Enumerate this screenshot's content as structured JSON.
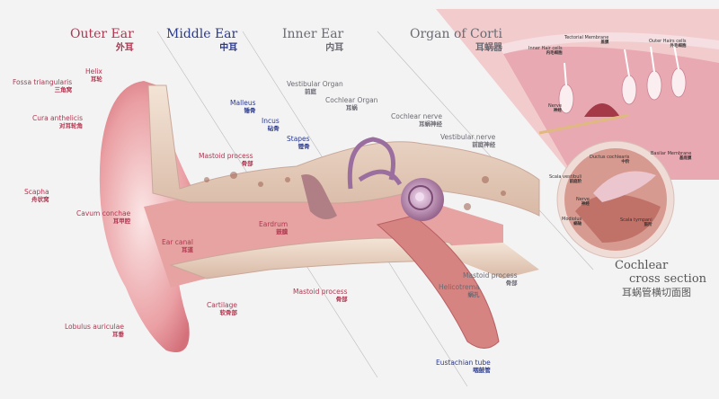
{
  "titles": {
    "outer": {
      "en": "Outer Ear",
      "zh": "外耳"
    },
    "middle": {
      "en": "Middle Ear",
      "zh": "中耳"
    },
    "inner": {
      "en": "Inner Ear",
      "zh": "内耳"
    },
    "corti": {
      "en": "Organ of Corti",
      "zh": "耳蜗器"
    }
  },
  "labels": {
    "helix": {
      "en": "Helix",
      "zh": "耳轮"
    },
    "fossa": {
      "en": "Fossa triangularis",
      "zh": "三角窝"
    },
    "cura": {
      "en": "Cura anthelicis",
      "zh": "对耳轮角"
    },
    "scapha": {
      "en": "Scapha",
      "zh": "舟状窝"
    },
    "cavum": {
      "en": "Cavum conchae",
      "zh": "耳甲腔"
    },
    "canal": {
      "en": "Ear canal",
      "zh": "耳道"
    },
    "cartilage": {
      "en": "Cartilage",
      "zh": "软骨部"
    },
    "lobulus": {
      "en": "Lobulus auriculae",
      "zh": "耳垂"
    },
    "mastoid1": {
      "en": "Mastoid process",
      "zh": "骨部"
    },
    "mastoid2": {
      "en": "Mastoid process",
      "zh": "骨部"
    },
    "mastoid3": {
      "en": "Mastoid process",
      "zh": "骨部"
    },
    "eardrum": {
      "en": "Eardrum",
      "zh": "鼓膜"
    },
    "malleus": {
      "en": "Malleus",
      "zh": "锤骨"
    },
    "incus": {
      "en": "Incus",
      "zh": "砧骨"
    },
    "stapes": {
      "en": "Stapes",
      "zh": "镫骨"
    },
    "eustachian": {
      "en": "Eustachian tube",
      "zh": "咽鼓管"
    },
    "vestibular_organ": {
      "en": "Vestibular Organ",
      "zh": "前庭"
    },
    "cochlear_organ": {
      "en": "Cochlear Organ",
      "zh": "耳蜗"
    },
    "cochlear_nerve": {
      "en": "Cochlear nerve",
      "zh": "耳蜗神经"
    },
    "vestibular_nerve": {
      "en": "Vestibular nerve",
      "zh": "前庭神经"
    },
    "helicotrema": {
      "en": "Helicotrema",
      "zh": "蜗孔"
    }
  },
  "corti_inset": {
    "tectorial": {
      "en": "Tectorial Membrane",
      "zh": "盖膜"
    },
    "inner_hair": {
      "en": "Inner Hair cells",
      "zh": "内毛细胞"
    },
    "outer_hair": {
      "en": "Outer Hairs cells",
      "zh": "外毛细胞"
    },
    "nerve": {
      "en": "Nerve",
      "zh": "神经"
    },
    "basilar": {
      "en": "Basilar Membrane",
      "zh": "基底膜"
    }
  },
  "cross_section": {
    "ductus": {
      "en": "Ductus cochlearis",
      "zh": "中阶"
    },
    "vestibuli": {
      "en": "Scala vestibuli",
      "zh": "前庭阶"
    },
    "nerve": {
      "en": "Nerve",
      "zh": "神经"
    },
    "modiolus": {
      "en": "Modiolus",
      "zh": "蜗轴"
    },
    "tympani": {
      "en": "Scala tympani",
      "zh": "鼓阶"
    },
    "caption_line1": "Cochlear",
    "caption_line2": "cross section",
    "caption_zh": "耳蜗管横切面图"
  }
}
